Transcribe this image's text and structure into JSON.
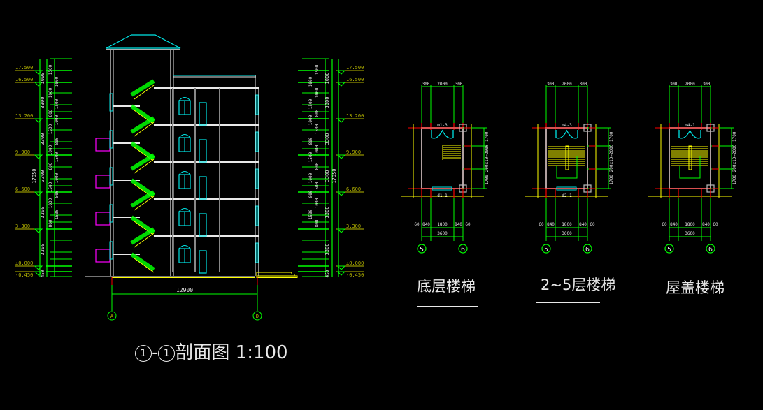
{
  "section": {
    "elevations_left": [
      "17.500",
      "16.500",
      "13.200",
      "9.900",
      "6.600",
      "3.300",
      "±0.000",
      "-0.450"
    ],
    "elevations_right": [
      "17.500",
      "16.500",
      "13.200",
      "9.900",
      "6.600",
      "3.300",
      "±0.000",
      "-0.450"
    ],
    "total_height": "17950",
    "floor_height": "3300",
    "top_dim": "1000",
    "base_dim": "450",
    "detail_dims": [
      "1500",
      "1000",
      "1000",
      "1500",
      "800",
      "1000",
      "1500",
      "800",
      "1000",
      "1500",
      "800",
      "1000",
      "1500",
      "800",
      "1000",
      "1500",
      "800"
    ],
    "width_dim": "12900",
    "axis_left": "A",
    "axis_right": "D",
    "title": "1-1剖面图 1:100",
    "title_num_a": "1",
    "title_num_b": "1",
    "title_rest": "剖面图 1:100"
  },
  "stair_plans": [
    {
      "title": "底层楼梯",
      "door": "m1-3",
      "window": "d1-1",
      "top_dims": [
        "300",
        "2000",
        "300"
      ],
      "bottom_dims": [
        "60",
        "840",
        "1800",
        "840",
        "60"
      ],
      "total": "3600",
      "side_dim": "1700 200x10=2000 1700",
      "axis_a": "5",
      "axis_b": "6"
    },
    {
      "title": "2~5层楼梯",
      "door": "m4-3",
      "window": "d2-1",
      "top_dims": [
        "300",
        "2000",
        "300"
      ],
      "bottom_dims": [
        "60",
        "840",
        "1800",
        "840",
        "60"
      ],
      "total": "3600",
      "side_dim": "1700 200x10=2000 1700",
      "axis_a": "5",
      "axis_b": "6"
    },
    {
      "title": "屋盖楼梯",
      "door": "m4-1",
      "window": "",
      "top_dims": [
        "300",
        "2000",
        "300"
      ],
      "bottom_dims": [
        "60",
        "840",
        "1800",
        "840",
        "60"
      ],
      "total": "3600",
      "side_dim": "1700 200x10=2000 1700",
      "axis_a": "5",
      "axis_b": "6"
    }
  ],
  "colors": {
    "green": "#00ff00",
    "cyan": "#00e5e5",
    "yellow": "#ffff00",
    "red": "#ff0000",
    "magenta": "#ff00ff",
    "white": "#e8e8e8",
    "olive": "#b8b800"
  }
}
